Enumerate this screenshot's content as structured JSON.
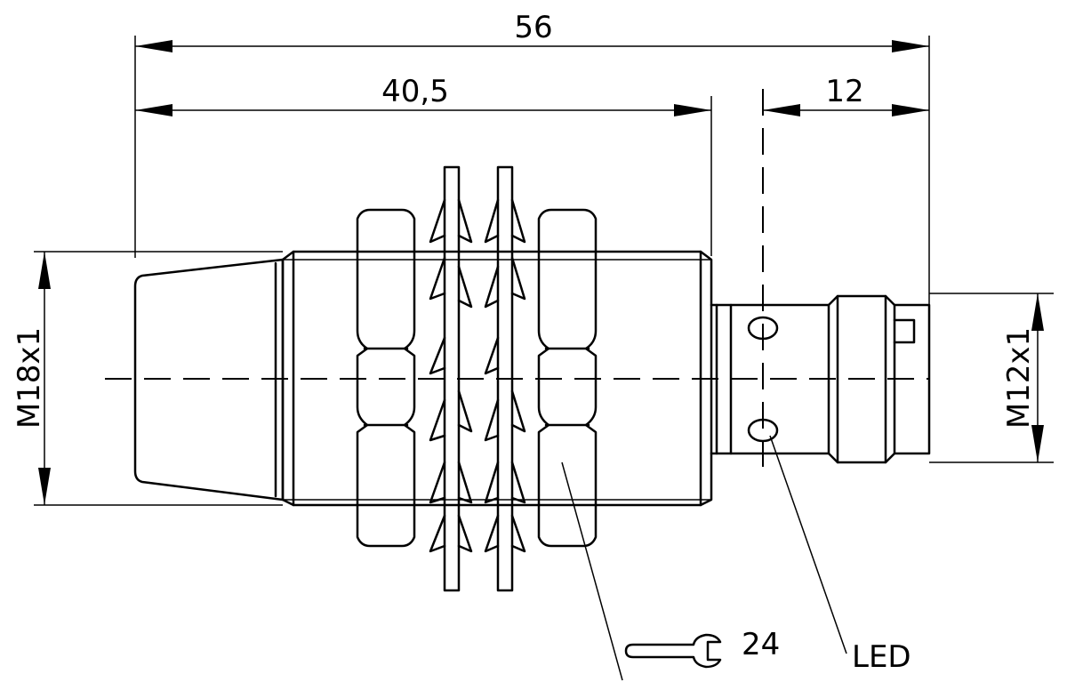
{
  "dimensions": {
    "overall_length": "56",
    "housing_length": "40,5",
    "connector_length": "12",
    "housing_thread": "M18x1",
    "connector_thread": "M12x1"
  },
  "callouts": {
    "wrench_size": "24",
    "led": "LED"
  },
  "icons": {
    "wrench": "wrench-icon"
  }
}
